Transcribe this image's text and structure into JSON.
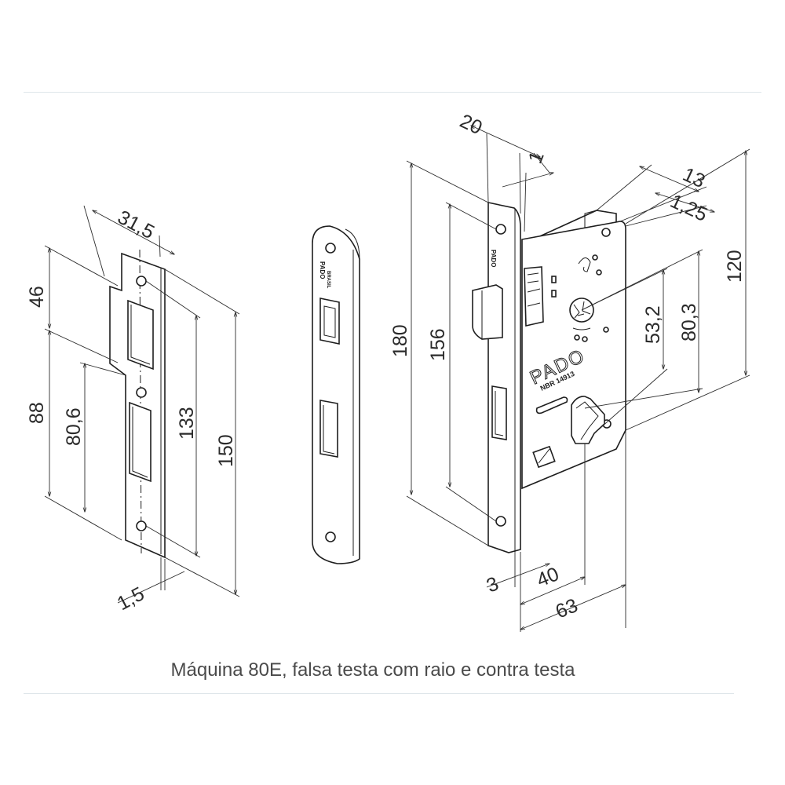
{
  "caption": "Máquina 80E, falsa testa com raio e contra testa",
  "strike_plate": {
    "dims": {
      "w": "31,5",
      "h1": "46",
      "h2": "88",
      "h3": "80,6",
      "h4": "133",
      "h5": "150",
      "t": "1,5"
    }
  },
  "faceplate": {
    "brand": "PADO",
    "brand_sub": "BRASIL"
  },
  "lock_body": {
    "brand": "PADO",
    "norm": "NBR 14913",
    "dims": {
      "d20": "20",
      "d1": "1",
      "d13": "13",
      "d125": "1,25",
      "d120": "120",
      "d803": "80,3",
      "d532": "53,2",
      "d180": "180",
      "d156": "156",
      "d3": "3",
      "d40": "40",
      "d63": "63"
    }
  }
}
